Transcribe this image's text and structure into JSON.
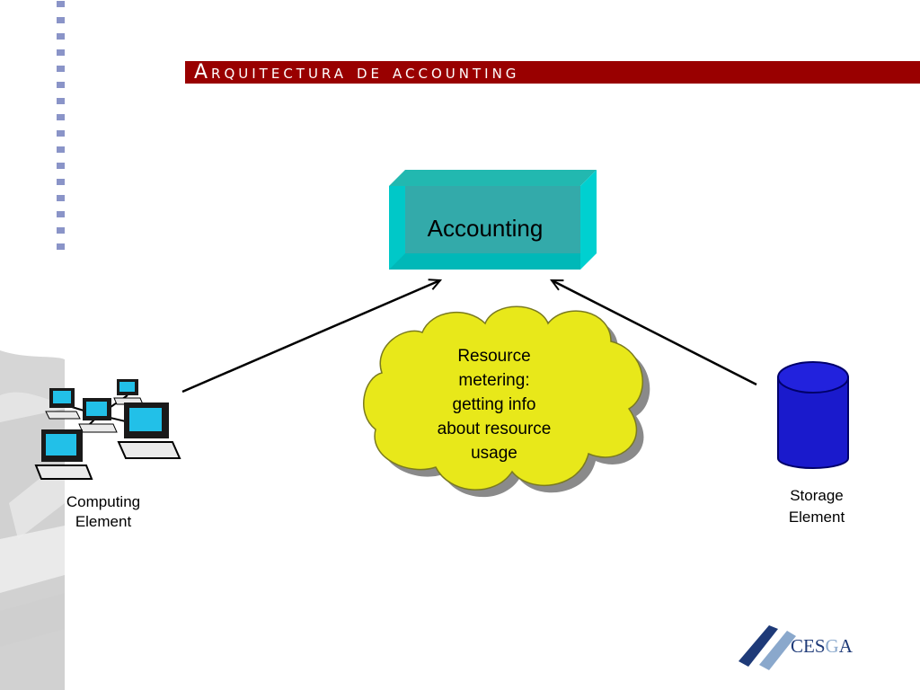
{
  "title": "Arquitectura de accounting",
  "accounting_box": {
    "label": "Accounting"
  },
  "cloud": {
    "lines": [
      "Resource",
      "metering:",
      "getting info",
      "about resource",
      "usage"
    ]
  },
  "computing_element": {
    "lines": [
      "Computing",
      "Element"
    ]
  },
  "storage_element": {
    "lines": [
      "Storage",
      "Element"
    ]
  },
  "logo": {
    "text_prefix": "CES",
    "text_suffix": "A",
    "text_mid": "G"
  },
  "colors": {
    "title_bar": "#990000",
    "box_front": "#33aaaa",
    "box_edge": "#00cccc",
    "cloud": "#e8e81a",
    "cylinder": "#1a1acc",
    "logo": "#1e3a78"
  }
}
